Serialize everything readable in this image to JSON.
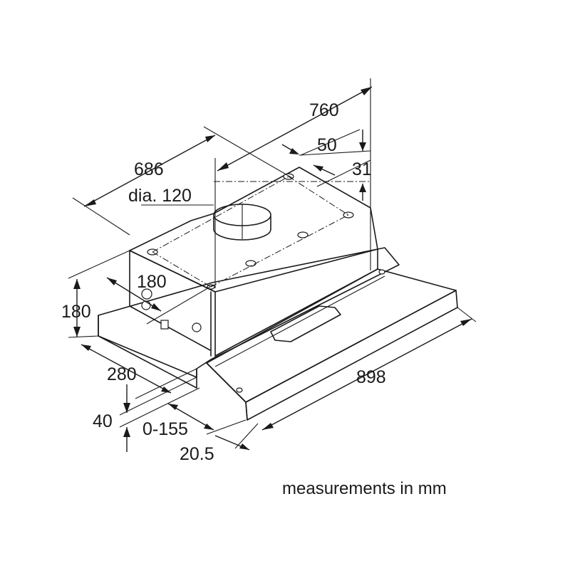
{
  "title": "",
  "unit_note": "measurements in mm",
  "dimensions": {
    "width_total": "760",
    "depth_top": "686",
    "duct_offset": "50",
    "duct_edge": "31",
    "duct_diameter": "dia. 120",
    "side_depth": "180",
    "height": "180",
    "front_depth": "280",
    "front_height": "40",
    "extension": "0-155",
    "visor_thickness": "20.5",
    "visor_width": "898"
  }
}
